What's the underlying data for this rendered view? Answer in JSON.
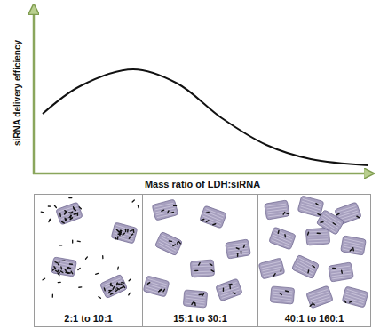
{
  "diagram": {
    "nodes": [
      {
        "text": [
          "2:1 to 10:1"
        ]
      },
      {
        "text": [
          "15:1 to 30:1"
        ]
      },
      {
        "text": [
          "40:1 to 160:1"
        ]
      }
    ],
    "labels": [
      "siRNA delivery efficiency",
      "Mass ratio of LDH:siRNA"
    ]
  }
}
